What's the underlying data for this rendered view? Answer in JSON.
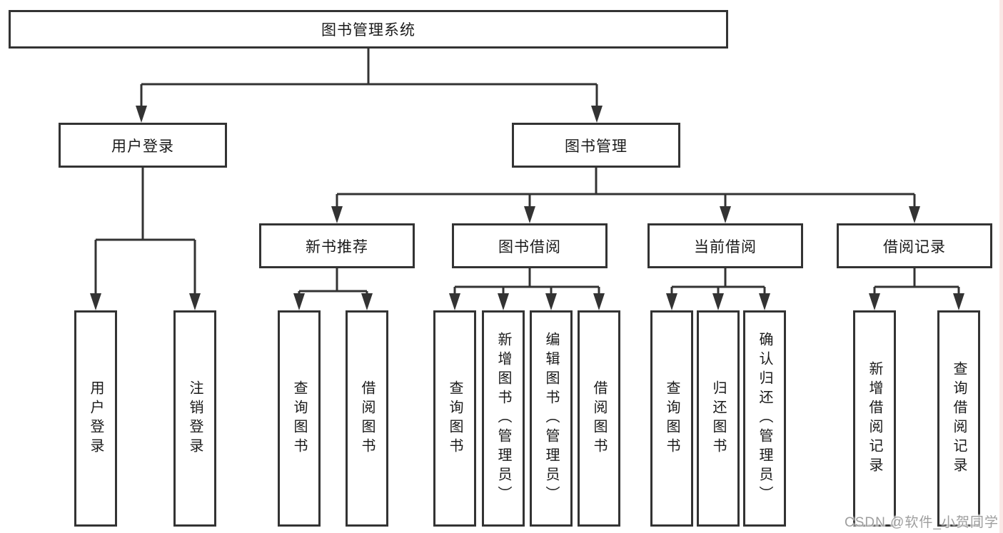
{
  "diagram": {
    "root": {
      "label": "图书管理系统"
    },
    "branches": [
      {
        "label": "用户登录",
        "leaves": [
          "用户登录",
          "注销登录"
        ]
      },
      {
        "label": "图书管理",
        "groups": [
          {
            "label": "新书推荐",
            "leaves": [
              "查询图书",
              "借阅图书"
            ]
          },
          {
            "label": "图书借阅",
            "leaves": [
              "查询图书",
              "新增图书（管理员）",
              "编辑图书（管理员）",
              "借阅图书"
            ]
          },
          {
            "label": "当前借阅",
            "leaves": [
              "查询图书",
              "归还图书",
              "确认归还（管理员）"
            ]
          },
          {
            "label": "借阅记录",
            "leaves": [
              "新增借阅记录",
              "查询借阅记录"
            ]
          }
        ]
      }
    ]
  },
  "watermark": {
    "text": "CSDN @软件_小贺同学"
  },
  "colors": {
    "line": "#333333",
    "box_border": "#333333",
    "text": "#1a1a1a",
    "background": "#ffffff",
    "watermark": "#9e9e9e",
    "right_edge_tint": "#f6dbd9"
  }
}
